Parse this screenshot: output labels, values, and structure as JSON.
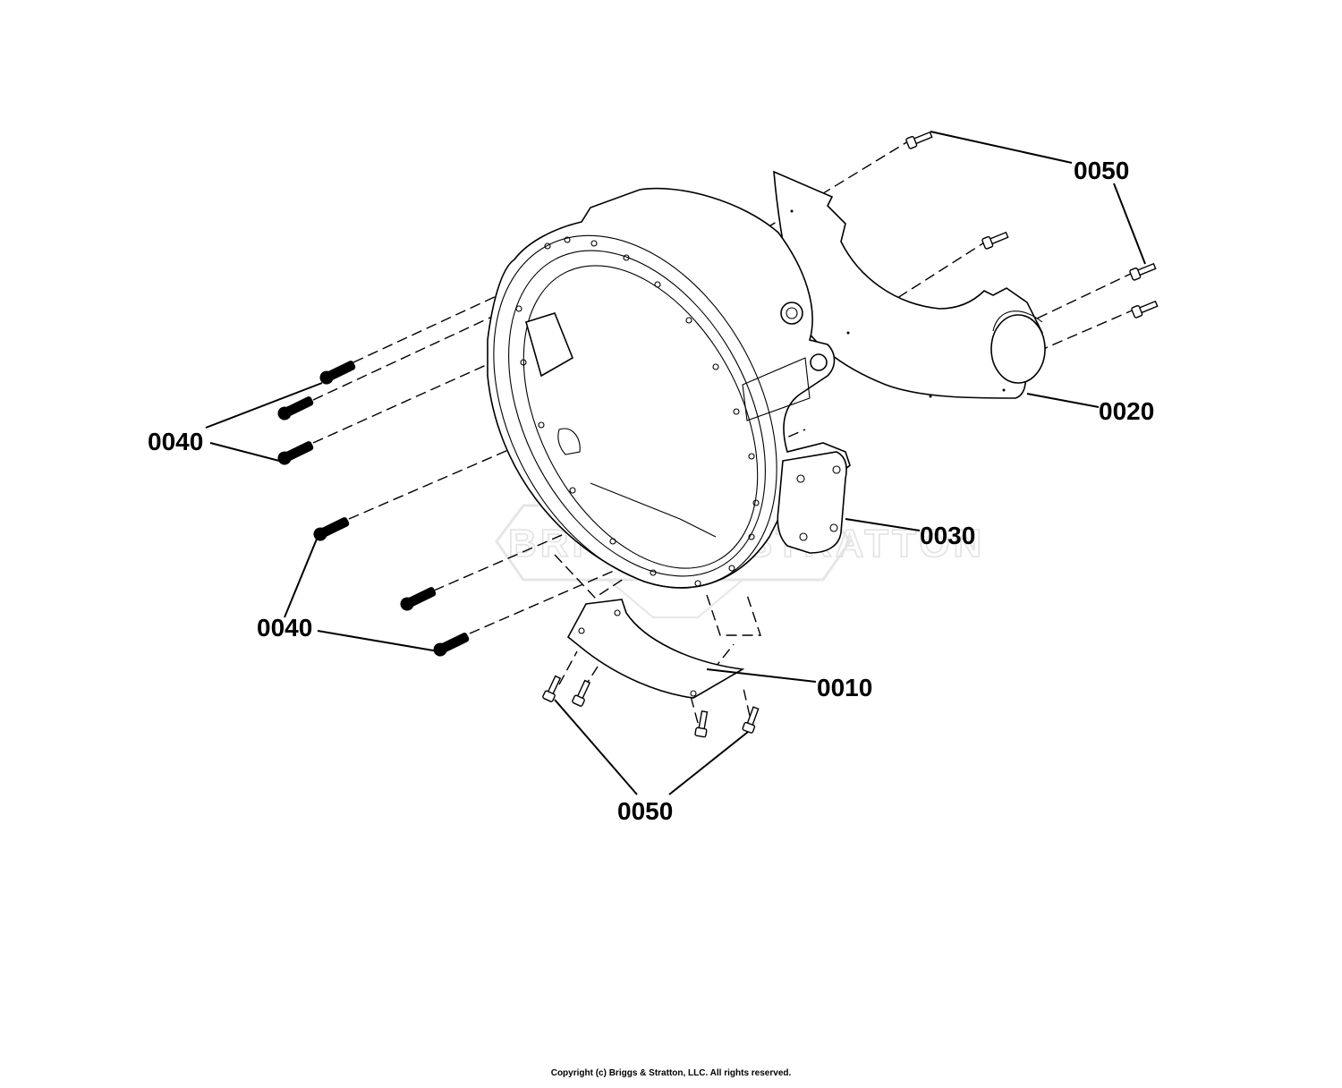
{
  "watermark": "BRIGGS & STRATTON",
  "callouts": {
    "c0050_top": "0050",
    "c0020": "0020",
    "c0040_upper": "0040",
    "c0030": "0030",
    "c0040_lower": "0040",
    "c0010": "0010",
    "c0050_bottom": "0050"
  },
  "copyright": "Copyright (c) Briggs & Stratton, LLC. All rights reserved."
}
